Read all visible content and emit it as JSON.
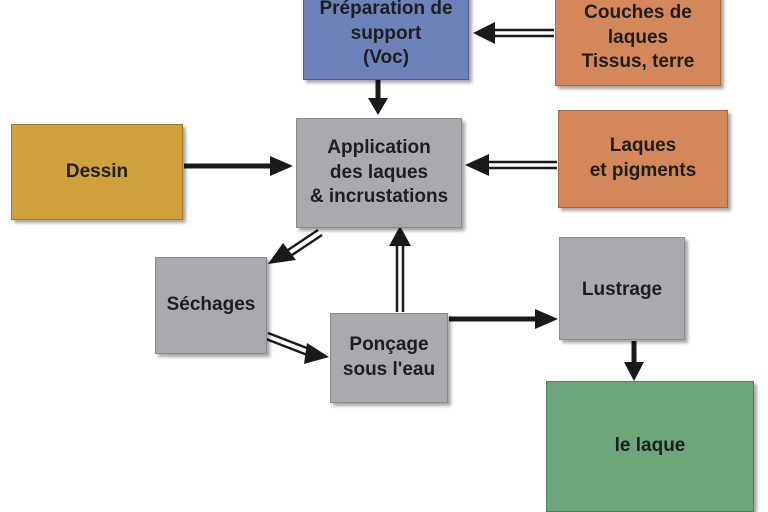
{
  "diagram": {
    "nodes": {
      "preparation": {
        "label": "Préparation de\nsupport\n(Voc)",
        "color": "#6c82b8"
      },
      "couches": {
        "label": "Couches de\nlaques\nTissus, terre",
        "color": "#d4875a"
      },
      "dessin": {
        "label": "Dessin",
        "color": "#d0a03c"
      },
      "application": {
        "label": "Application\ndes laques\n& incrustations",
        "color": "#a9a9ae"
      },
      "laques_pigments": {
        "label": "Laques\net pigments",
        "color": "#d4875a"
      },
      "sechages": {
        "label": "Séchages",
        "color": "#a9a9ae"
      },
      "poncage": {
        "label": "Ponçage\nsous l'eau",
        "color": "#a9a9ae"
      },
      "lustrage": {
        "label": "Lustrage",
        "color": "#a9a9ae"
      },
      "le_laque": {
        "label": "le laque",
        "color": "#6ca77a"
      }
    },
    "edges": [
      {
        "from": "couches",
        "to": "preparation"
      },
      {
        "from": "preparation",
        "to": "application"
      },
      {
        "from": "dessin",
        "to": "application"
      },
      {
        "from": "laques_pigments",
        "to": "application"
      },
      {
        "from": "application",
        "to": "sechages"
      },
      {
        "from": "sechages",
        "to": "poncage"
      },
      {
        "from": "poncage",
        "to": "application"
      },
      {
        "from": "poncage",
        "to": "lustrage"
      },
      {
        "from": "lustrage",
        "to": "le_laque"
      }
    ]
  }
}
